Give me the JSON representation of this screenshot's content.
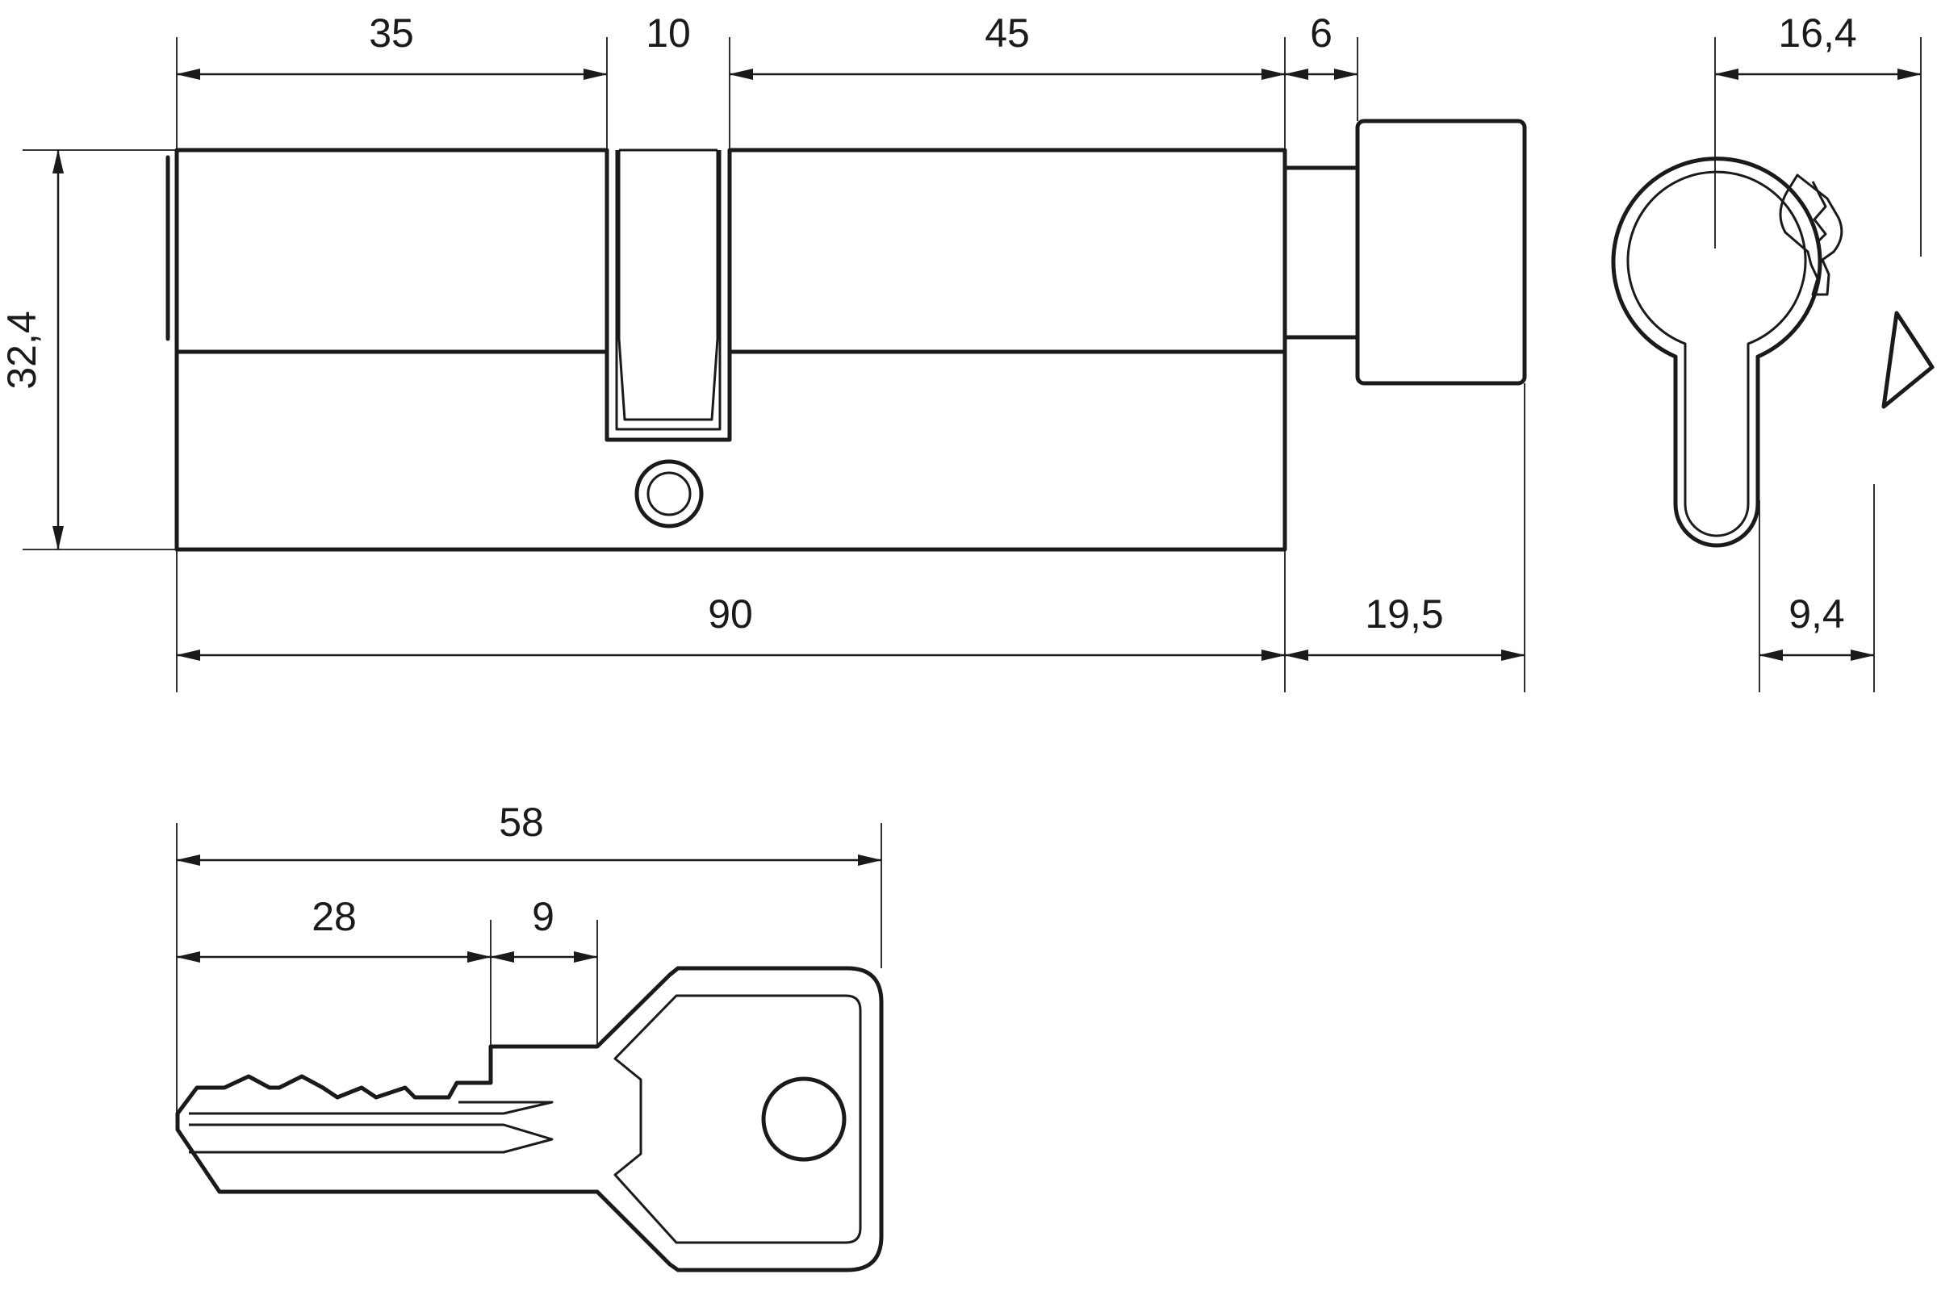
{
  "dimensions": {
    "d35": "35",
    "d10": "10",
    "d45": "45",
    "d6": "6",
    "d16_4": "16,4",
    "d32_4": "32,4",
    "d90": "90",
    "d19_5": "19,5",
    "d9_4": "9,4",
    "d58": "58",
    "d28": "28",
    "d9": "9"
  },
  "colors": {
    "line": "#1a1a1a",
    "background": "#ffffff"
  }
}
